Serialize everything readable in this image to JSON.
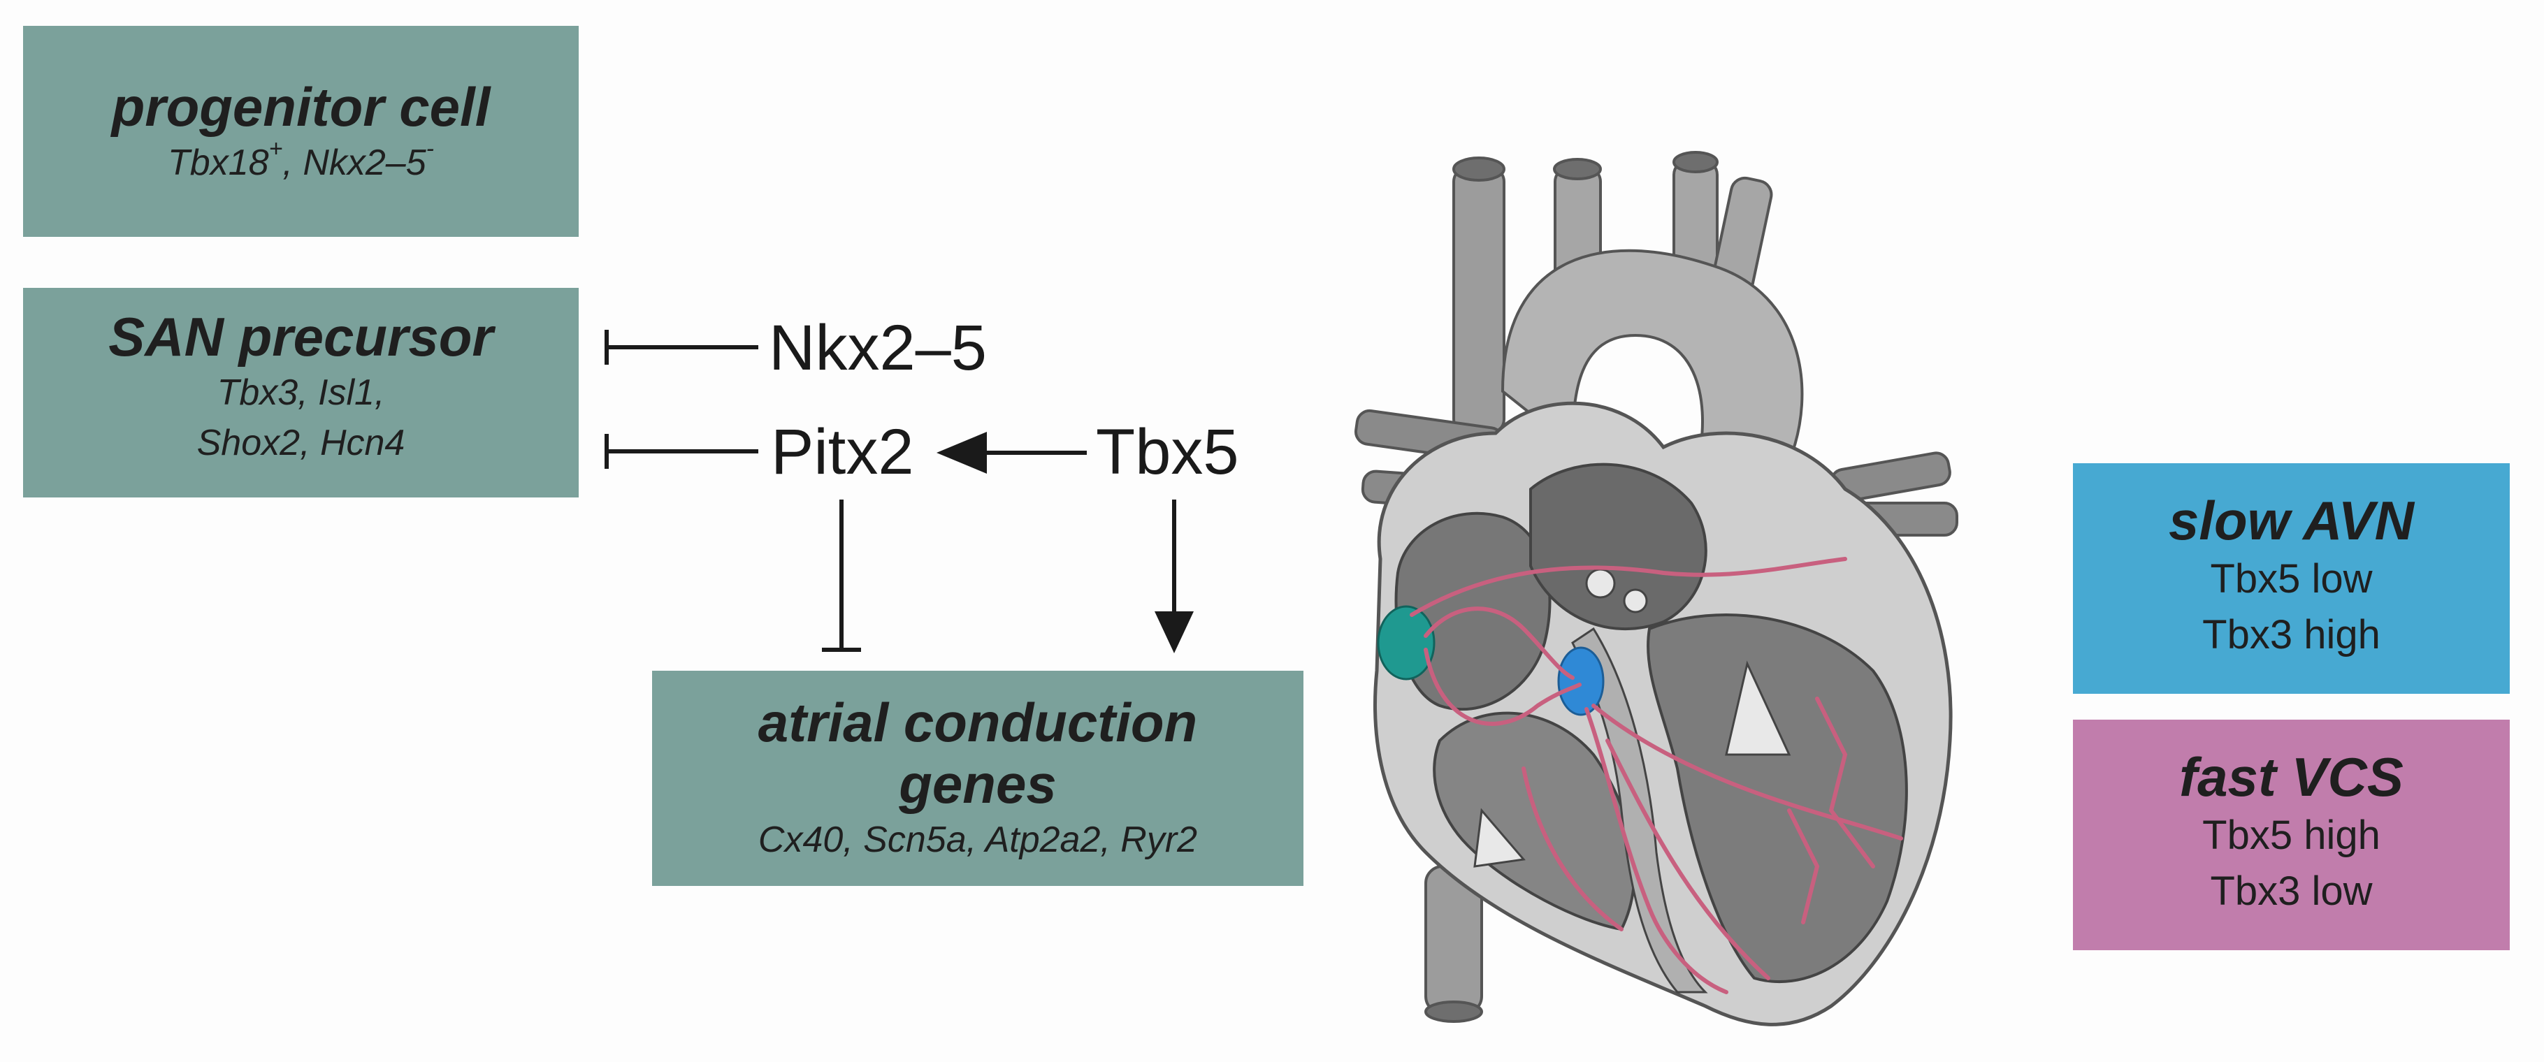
{
  "progenitor": {
    "title": "progenitor cell",
    "markers": [
      {
        "name": "Tbx18",
        "sign": "+",
        "sep": ", "
      },
      {
        "name": "Nkx2–5",
        "sign": "-",
        "sep": ""
      }
    ]
  },
  "san_precursor": {
    "title": "SAN precursor",
    "line1": "Tbx3, Isl1,",
    "line2": "Shox2, Hcn4"
  },
  "genes": {
    "nkx25": "Nkx2–5",
    "pitx2": "Pitx2",
    "tbx5": "Tbx5"
  },
  "atrial": {
    "title_line1": "atrial conduction",
    "title_line2": "genes",
    "genes": "Cx40, Scn5a, Atp2a2, Ryr2"
  },
  "slow_avn": {
    "title": "slow AVN",
    "line1": "Tbx5 low",
    "line2": "Tbx3 high"
  },
  "fast_vcs": {
    "title": "fast VCS",
    "line1": "Tbx5 high",
    "line2": "Tbx3 low"
  },
  "colors": {
    "teal": "#7ba19b",
    "blue": "#47a9d2",
    "pink": "#c17dac",
    "text": "#1a1a1a",
    "conduction": "#c8607f"
  }
}
